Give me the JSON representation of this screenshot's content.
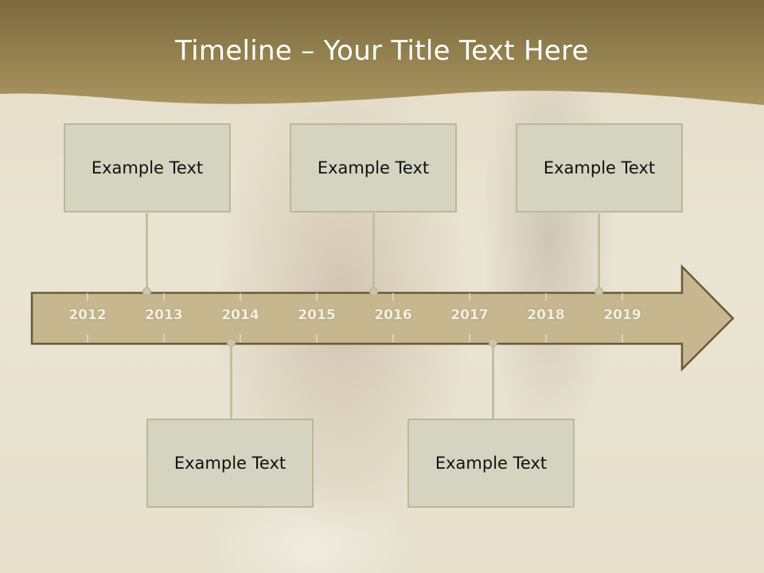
{
  "slide": {
    "title": "Timeline – Your Title Text Here"
  },
  "timeline": {
    "years": [
      "2012",
      "2013",
      "2014",
      "2015",
      "2016",
      "2017",
      "2018",
      "2019"
    ]
  },
  "events": [
    {
      "text": "Example Text"
    },
    {
      "text": "Example Text"
    },
    {
      "text": "Example Text"
    },
    {
      "text": "Example Text"
    },
    {
      "text": "Example Text"
    }
  ],
  "colors": {
    "header": "#9b8a58",
    "arrow_fill": "#c6b78e",
    "arrow_stroke": "#6b5a34",
    "box_fill": "#d5d4c0",
    "box_border": "#b9b89c",
    "title_text": "#ffffff"
  }
}
